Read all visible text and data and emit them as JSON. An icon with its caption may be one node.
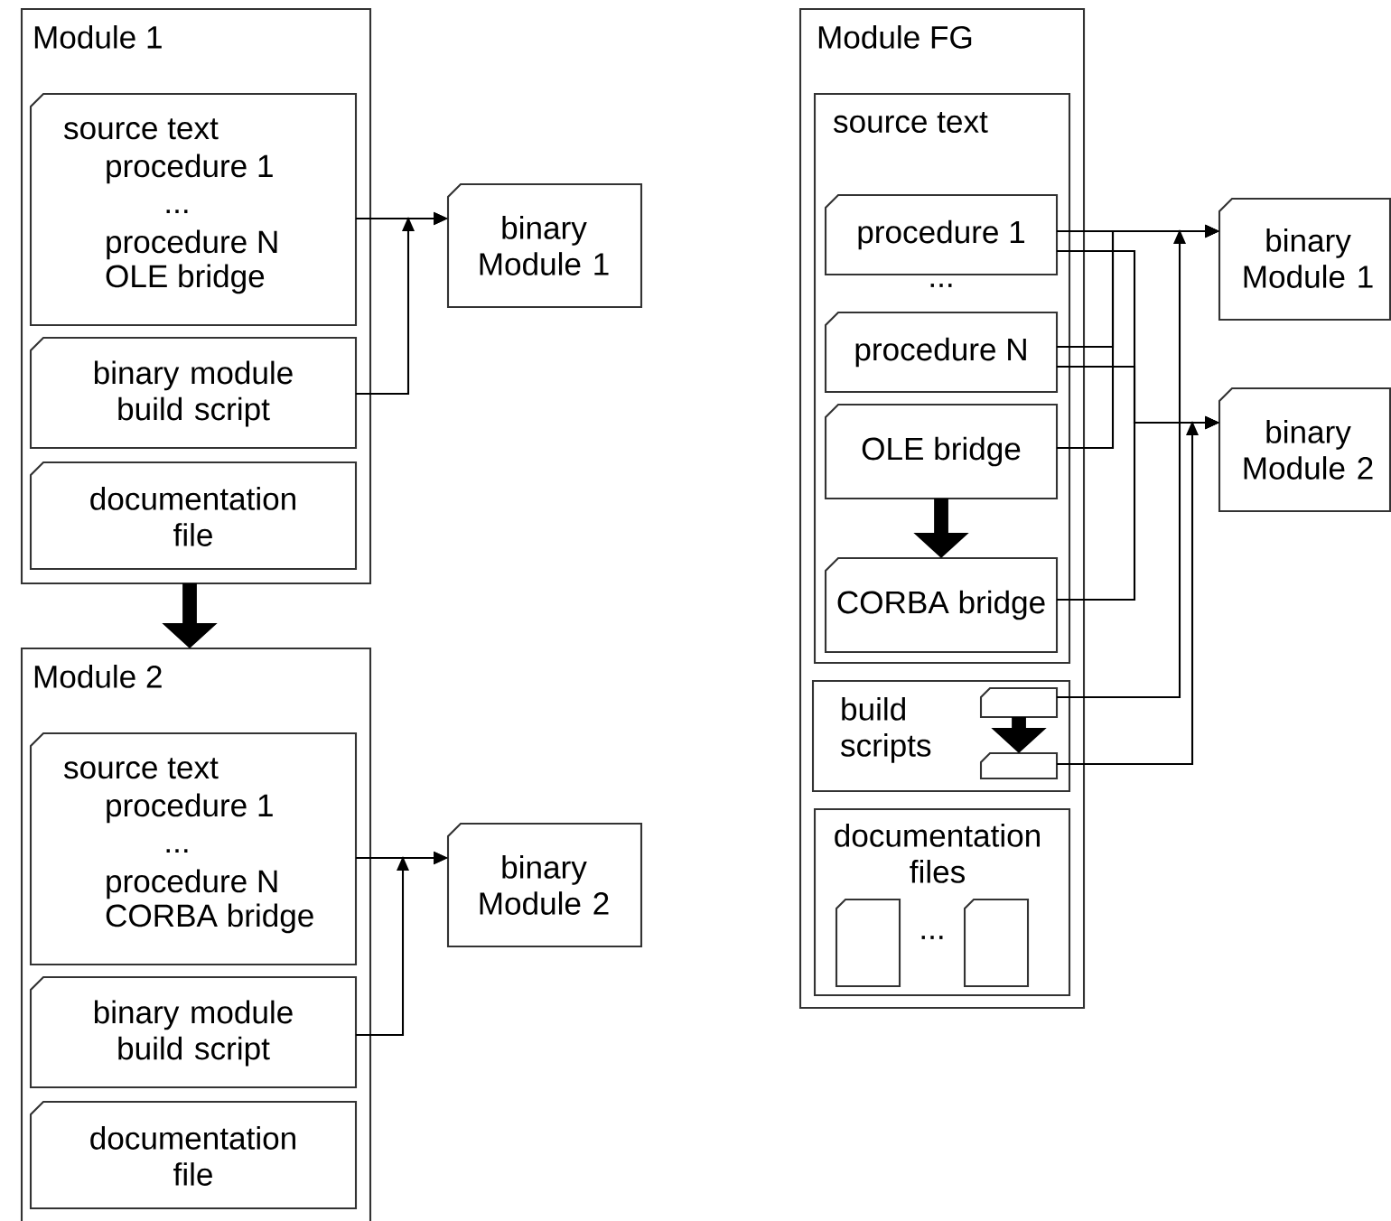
{
  "diagram": {
    "nodes": [
      {
        "text": [
          "Module 1"
        ]
      },
      {
        "text": [
          "source text",
          "procedure 1",
          "...",
          "procedure N",
          "OLE bridge"
        ],
        "in": 0
      },
      {
        "text": [
          "binary module build script"
        ],
        "in": 0
      },
      {
        "text": [
          "documentation file"
        ],
        "in": 0
      },
      {
        "text": [
          "binary Module 1"
        ]
      },
      {
        "text": [
          "Module 2"
        ]
      },
      {
        "text": [
          "source text",
          "procedure 1",
          "...",
          "procedure N",
          "CORBA bridge"
        ],
        "in": 5
      },
      {
        "text": [
          "binary module build script"
        ],
        "in": 5
      },
      {
        "text": [
          "documentation file"
        ],
        "in": 5
      },
      {
        "text": [
          "binary Module 2"
        ]
      },
      {
        "text": [
          "Module FG"
        ]
      },
      {
        "text": [
          "source text"
        ],
        "in": 10
      },
      {
        "text": [
          "procedure 1"
        ],
        "in": 11
      },
      {
        "text": [
          "procedure N"
        ],
        "in": 11
      },
      {
        "text": [
          "OLE bridge"
        ],
        "in": 11
      },
      {
        "text": [
          "CORBA bridge"
        ],
        "in": 11
      },
      {
        "text": [
          "build scripts"
        ],
        "in": 10
      },
      {
        "text": [],
        "shape": "document",
        "in": 16
      },
      {
        "text": [],
        "shape": "document",
        "in": 16
      },
      {
        "text": [
          "documentation files"
        ],
        "in": 10
      },
      {
        "text": [],
        "shape": "document",
        "in": 19
      },
      {
        "text": [],
        "shape": "document",
        "in": 19
      },
      {
        "text": [
          "binary Module 1"
        ]
      },
      {
        "text": [
          "binary Module 2"
        ]
      }
    ],
    "edges": [
      {
        "from": 1,
        "to": 4,
        "arrow": "to"
      },
      {
        "from": 2,
        "to": 4,
        "arrow": "to"
      },
      {
        "from": 0,
        "to": 5,
        "arrow": "to",
        "style": "thick"
      },
      {
        "from": 6,
        "to": 9,
        "arrow": "to"
      },
      {
        "from": 7,
        "to": 9,
        "arrow": "to"
      },
      {
        "from": 14,
        "to": 15,
        "arrow": "to",
        "style": "thick"
      },
      {
        "from": 17,
        "to": 18,
        "arrow": "to",
        "style": "thick"
      },
      {
        "from": 12,
        "to": 22,
        "arrow": "to"
      },
      {
        "from": 13,
        "to": 22,
        "arrow": "to"
      },
      {
        "from": 14,
        "to": 22,
        "arrow": "to"
      },
      {
        "from": 12,
        "to": 23,
        "arrow": "to"
      },
      {
        "from": 13,
        "to": 23,
        "arrow": "to"
      },
      {
        "from": 15,
        "to": 23,
        "arrow": "to"
      },
      {
        "from": 17,
        "to": 22,
        "arrow": "to"
      },
      {
        "from": 18,
        "to": 23,
        "arrow": "to"
      }
    ],
    "labels": [
      "...",
      "..."
    ]
  }
}
